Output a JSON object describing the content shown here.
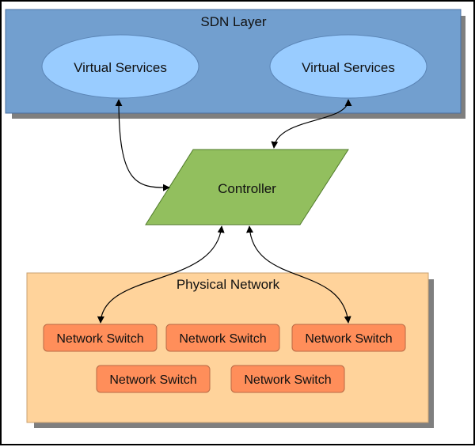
{
  "sdn_layer": {
    "title": "SDN Layer",
    "fill": "#729fcf",
    "services": [
      "Virtual Services",
      "Virtual Services"
    ],
    "service_fill": "#99ccff"
  },
  "controller": {
    "label": "Controller",
    "fill": "#92bf5e"
  },
  "physical_network": {
    "title": "Physical Network",
    "fill": "#ffd39b",
    "switches": [
      "Network Switch",
      "Network Switch",
      "Network Switch",
      "Network Switch",
      "Network Switch"
    ],
    "switch_fill": "#ff8e5a"
  }
}
